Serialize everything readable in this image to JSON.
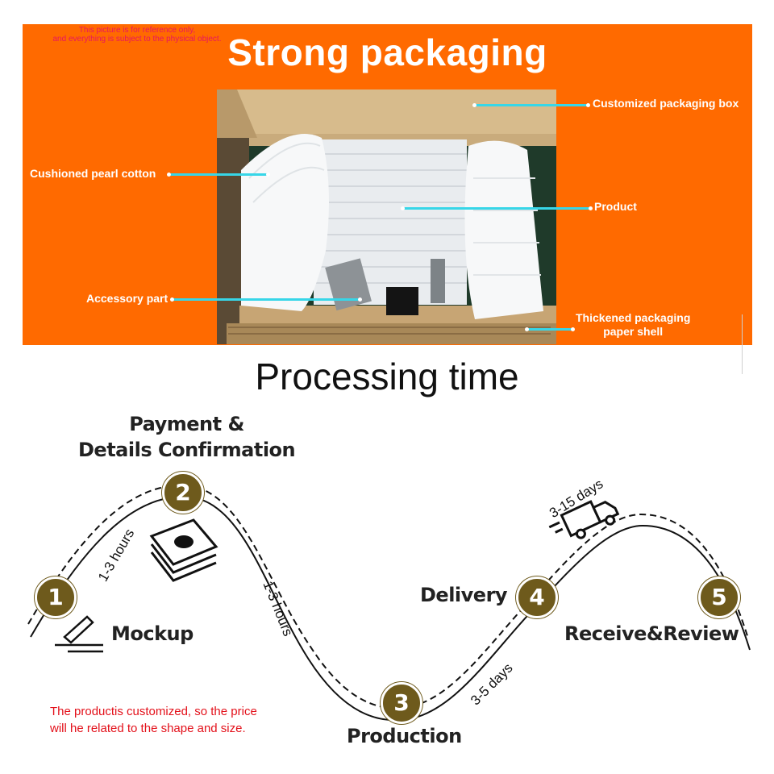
{
  "packaging": {
    "disclaimer_1": "This picture is for reference only,",
    "disclaimer_2": "and everything is subject to the physical object.",
    "title": "Strong packaging",
    "callouts": {
      "box": "Customized packaging box",
      "cotton": "Cushioned pearl cotton",
      "product": "Product",
      "accessory": "Accessory part",
      "shell_1": "Thickened packaging",
      "shell_2": "paper shell"
    }
  },
  "processing": {
    "title": "Processing time",
    "steps": [
      {
        "number": "1",
        "label": "Mockup"
      },
      {
        "number": "2",
        "label_1": "Payment &",
        "label_2": "Details Confirmation"
      },
      {
        "number": "3",
        "label": "Production"
      },
      {
        "number": "4",
        "label": "Delivery"
      },
      {
        "number": "5",
        "label": "Receive&Review"
      }
    ],
    "durations": {
      "step1_to_2": "1-3 hours",
      "step2_to_3": "1-3 hours",
      "step3_to_4": "3-5 days",
      "step4_to_5": "3-15 days"
    },
    "note_1": "The productis customized, so the price",
    "note_2": "will he related to the shape and size.",
    "colors": {
      "circle": "#6e5a1c",
      "note": "#e3101a",
      "banner": "#ff6a00",
      "callout_line": "#37d6e8"
    }
  }
}
